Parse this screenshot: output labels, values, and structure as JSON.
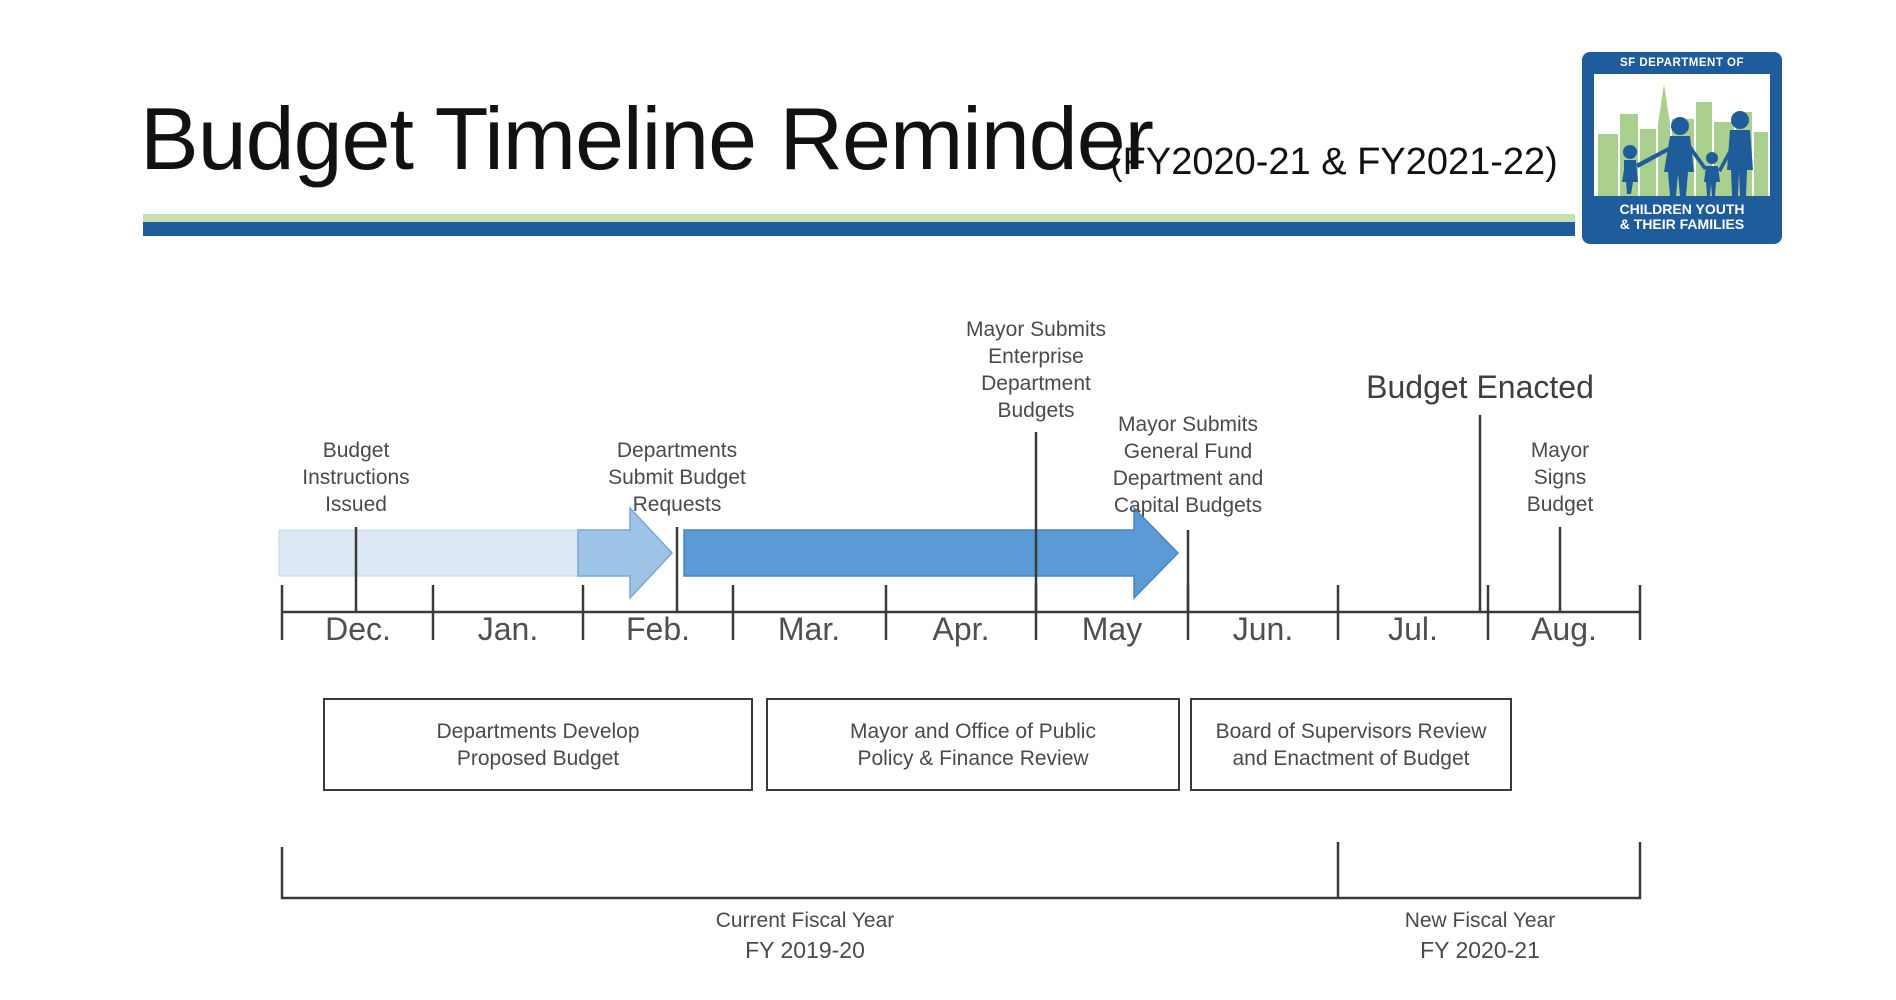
{
  "header": {
    "title": "Budget Timeline Reminder",
    "subtitle": "(FY2020-21 & FY2021-22)"
  },
  "logo": {
    "top_text": "SF DEPARTMENT OF",
    "line1": "CHILDREN YOUTH",
    "line2": "& THEIR FAMILIES",
    "colors": {
      "blue": "#1f5c9b",
      "green": "#a9d08e"
    }
  },
  "timeline": {
    "months": [
      "Dec.",
      "Jan.",
      "Feb.",
      "Mar.",
      "Apr.",
      "May",
      "Jun.",
      "Jul.",
      "Aug."
    ],
    "events": {
      "budget_instructions": [
        "Budget",
        "Instructions",
        "Issued"
      ],
      "departments_submit": [
        "Departments",
        "Submit Budget",
        "Requests"
      ],
      "mayor_enterprise": [
        "Mayor Submits",
        "Enterprise",
        "Department",
        "Budgets"
      ],
      "mayor_general_fund": [
        "Mayor Submits",
        "General Fund",
        "Department and",
        "Capital Budgets"
      ],
      "budget_enacted": "Budget Enacted",
      "mayor_signs": [
        "Mayor",
        "Signs",
        "Budget"
      ]
    },
    "phases": [
      [
        "Departments Develop",
        "Proposed Budget"
      ],
      [
        "Mayor and Office of Public",
        "Policy & Finance Review"
      ],
      [
        "Board of Supervisors Review",
        "and Enactment of Budget"
      ]
    ],
    "fiscal_years": {
      "current": {
        "name": "Current Fiscal Year",
        "code": "FY 2019-20"
      },
      "new": {
        "name": "New Fiscal Year",
        "code": "FY 2020-21"
      }
    },
    "colors": {
      "arrow_light": "#dce9f5",
      "arrow_mid": "#9dc3e6",
      "arrow_dark": "#5b9bd5",
      "axis": "#3a3a3a"
    }
  }
}
